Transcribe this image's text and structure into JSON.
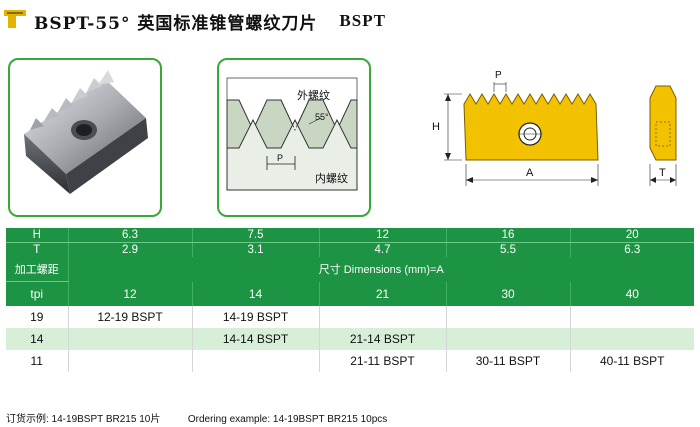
{
  "header": {
    "title": "BSPT-55° 英国标准锥管螺纹刀片",
    "code": "BSPT"
  },
  "diagram": {
    "external_label": "外螺纹",
    "internal_label": "内螺纹",
    "angle_label": "55°",
    "pitch_label": "P",
    "height_label": "H",
    "length_label": "A",
    "thickness_label": "T"
  },
  "table": {
    "dimensions": {
      "h_label": "H",
      "t_label": "T",
      "h_values": [
        "6.3",
        "7.5",
        "12",
        "16",
        "20"
      ],
      "t_values": [
        "2.9",
        "3.1",
        "4.7",
        "5.5",
        "6.3"
      ]
    },
    "corner_label": "加工螺距",
    "size_caption": "尺寸  Dimensions (mm)=A",
    "tpi_label": "tpi",
    "sizes": [
      "12",
      "14",
      "21",
      "30",
      "40"
    ],
    "rows": [
      {
        "tpi": "19",
        "cells": [
          "12-19 BSPT",
          "14-19 BSPT",
          "",
          "",
          ""
        ]
      },
      {
        "tpi": "14",
        "cells": [
          "",
          "14-14 BSPT",
          "21-14 BSPT",
          "",
          ""
        ]
      },
      {
        "tpi": "11",
        "cells": [
          "",
          "",
          "21-11 BSPT",
          "30-11 BSPT",
          "40-11 BSPT"
        ]
      }
    ]
  },
  "footer": {
    "order_cn": "订货示例: 14-19BSPT BR215   10片",
    "order_en": "Ordering example: 14-19BSPT BR215    10pcs"
  },
  "colors": {
    "accent_green": "#39a935",
    "table_green": "#1c9443",
    "alt_row": "#d8efd7",
    "insert_gold": "#f2c200"
  }
}
